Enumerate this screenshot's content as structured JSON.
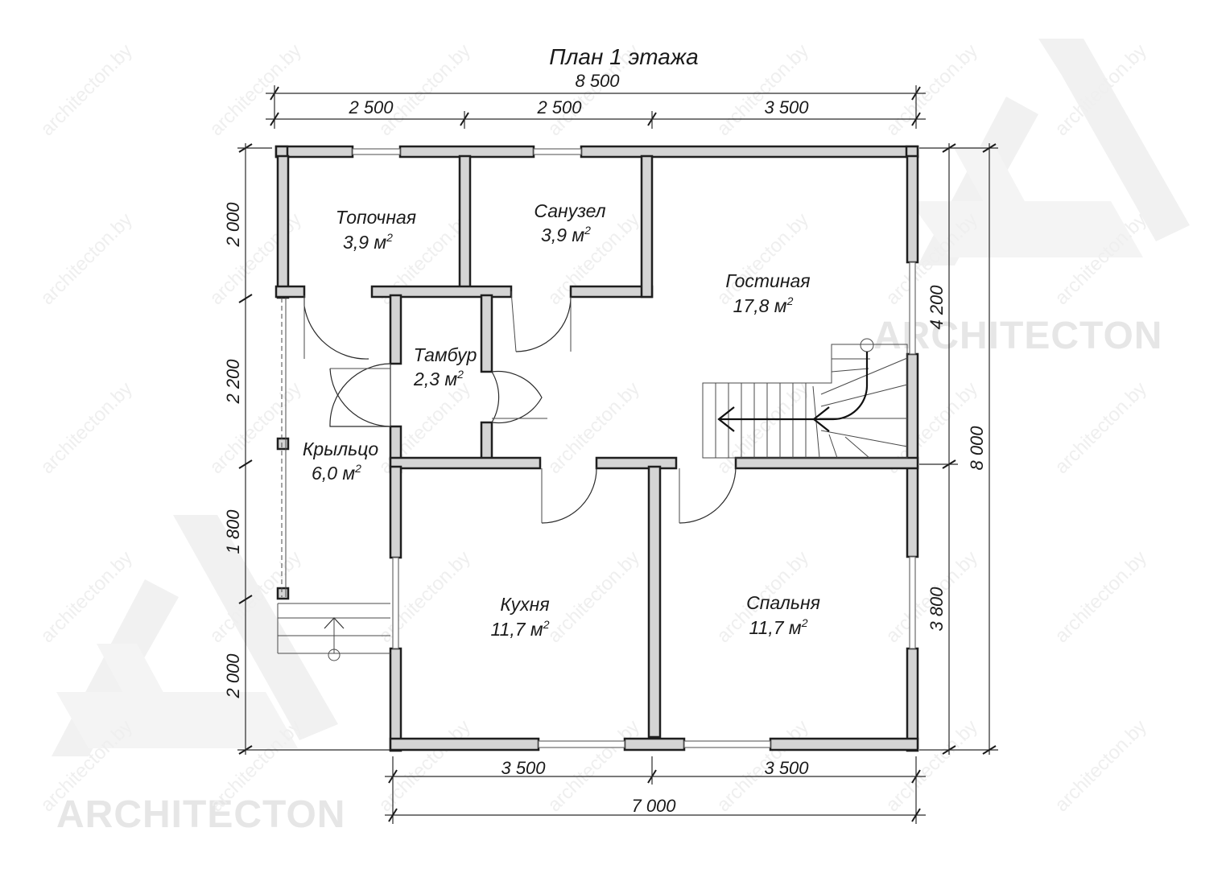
{
  "title": "План 1 этажа",
  "watermark": {
    "site": "architecton.by",
    "brand": "ARCHITECTON"
  },
  "dimensions": {
    "top_total": "8 500",
    "top_1": "2 500",
    "top_2": "2 500",
    "top_3": "3 500",
    "bottom_1": "3 500",
    "bottom_2": "3 500",
    "bottom_total": "7 000",
    "left_1": "2 000",
    "left_2": "2 200",
    "left_3": "1 800",
    "left_4": "2 000",
    "right_1": "4 200",
    "right_2": "3 800",
    "right_total": "8 000"
  },
  "rooms": [
    {
      "name": "Топочная",
      "area": "3,9 м",
      "sup": "2"
    },
    {
      "name": "Санузел",
      "area": "3,9 м",
      "sup": "2"
    },
    {
      "name": "Гостиная",
      "area": "17,8 м",
      "sup": "2"
    },
    {
      "name": "Тамбур",
      "area": "2,3 м",
      "sup": "2"
    },
    {
      "name": "Крыльцо",
      "area": "6,0 м",
      "sup": "2"
    },
    {
      "name": "Кухня",
      "area": "11,7 м",
      "sup": "2"
    },
    {
      "name": "Спальня",
      "area": "11,7 м",
      "sup": "2"
    }
  ]
}
